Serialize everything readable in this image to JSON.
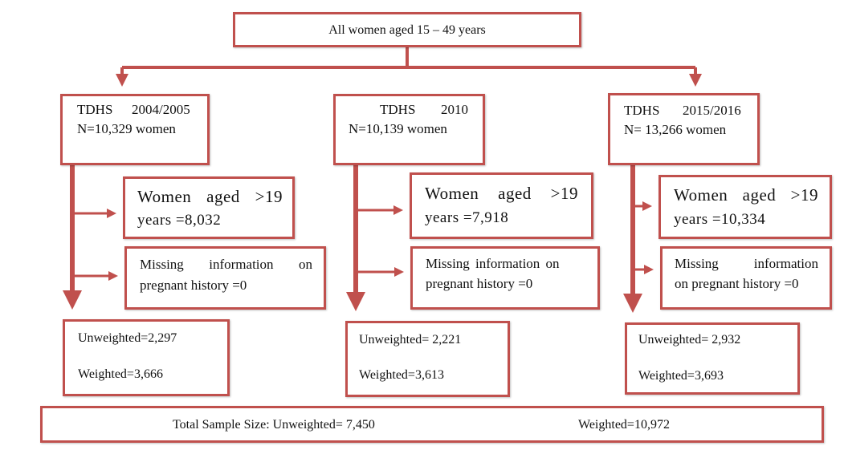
{
  "top": {
    "label": "All women aged 15 – 49 years"
  },
  "columns": [
    {
      "survey": "TDHS",
      "year": "2004/2005",
      "n": "N=10,329 women",
      "age_line1": [
        "Women",
        "aged",
        ">19"
      ],
      "age_line2": "years =8,032",
      "missing_line1": [
        "Missing",
        "information",
        "on"
      ],
      "missing_line2": "pregnant history =0",
      "unweighted": "Unweighted=2,297",
      "weighted": "Weighted=3,666"
    },
    {
      "survey": "TDHS",
      "year": "2010",
      "n": "N=10,139 women",
      "age_line1": [
        "Women",
        "aged",
        ">19"
      ],
      "age_line2": "years =7,918",
      "missing_line1": [
        "Missing information on"
      ],
      "missing_line2": "pregnant history =0",
      "unweighted": "Unweighted= 2,221",
      "weighted": "Weighted=3,613"
    },
    {
      "survey": "TDHS",
      "year": "2015/2016",
      "n": "N= 13,266 women",
      "age_line1": [
        "Women",
        "aged",
        ">19"
      ],
      "age_line2": "years =10,334",
      "missing_line1": [
        "Missing",
        "information"
      ],
      "missing_line2": "on pregnant history =0",
      "unweighted": "Unweighted= 2,932",
      "weighted": "Weighted=3,693"
    }
  ],
  "total": {
    "unweighted": "Total Sample Size: Unweighted= 7,450",
    "weighted": "Weighted=10,972"
  },
  "colors": {
    "border": "#c0504d"
  }
}
